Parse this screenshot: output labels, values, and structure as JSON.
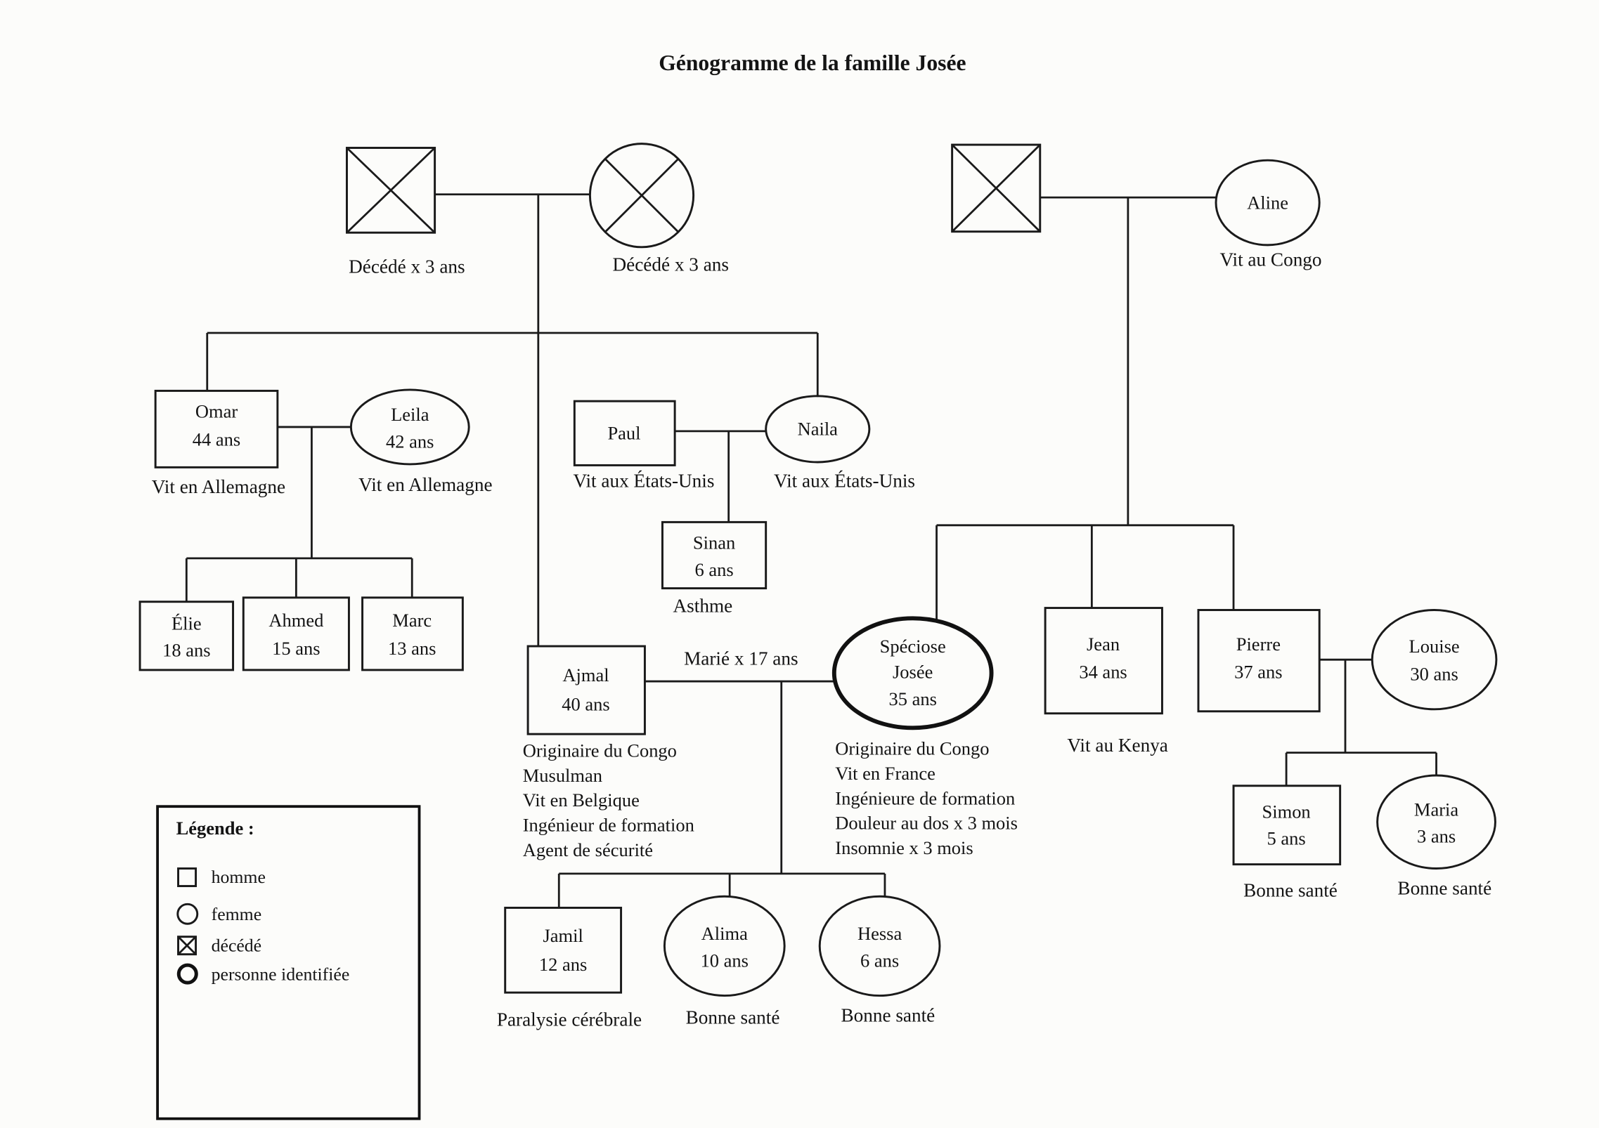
{
  "title": "Génogramme de la famille Josée",
  "colors": {
    "ink": "#1a1a1a",
    "paper": "#fcfcfa"
  },
  "people": {
    "left_grandfather": {
      "status": "Décédé x 3 ans"
    },
    "left_grandmother": {
      "status": "Décédé x 3 ans"
    },
    "right_grandmother": {
      "name": "Aline",
      "status": "Vit au Congo"
    },
    "omar": {
      "name": "Omar",
      "age": "44 ans",
      "status": "Vit en Allemagne"
    },
    "leila": {
      "name": "Leila",
      "age": "42 ans",
      "status": "Vit en Allemagne"
    },
    "paul": {
      "name": "Paul",
      "status": "Vit aux États-Unis"
    },
    "naila": {
      "name": "Naila",
      "status": "Vit aux États-Unis"
    },
    "sinan": {
      "name": "Sinan",
      "age": "6 ans",
      "status": "Asthme"
    },
    "elie": {
      "name": "Élie",
      "age": "18 ans"
    },
    "ahmed": {
      "name": "Ahmed",
      "age": "15 ans"
    },
    "marc": {
      "name": "Marc",
      "age": "13 ans"
    },
    "ajmal": {
      "name": "Ajmal",
      "age": "40 ans",
      "notes": [
        "Originaire du Congo",
        "Musulman",
        "Vit en Belgique",
        "Ingénieur de formation",
        "Agent de sécurité"
      ]
    },
    "speciose": {
      "name_line1": "Spéciose",
      "name_line2": "Josée",
      "age": "35 ans",
      "notes": [
        "Originaire du Congo",
        "Vit en France",
        "Ingénieure de formation",
        "Douleur au dos x 3 mois",
        "Insomnie x 3 mois"
      ]
    },
    "jean": {
      "name": "Jean",
      "age": "34 ans",
      "status": "Vit au Kenya"
    },
    "pierre": {
      "name": "Pierre",
      "age": "37 ans"
    },
    "louise": {
      "name": "Louise",
      "age": "30 ans"
    },
    "simon": {
      "name": "Simon",
      "age": "5 ans",
      "status": "Bonne santé"
    },
    "maria": {
      "name": "Maria",
      "age": "3 ans",
      "status": "Bonne santé"
    },
    "jamil": {
      "name": "Jamil",
      "age": "12 ans",
      "status": "Paralysie cérébrale"
    },
    "alima": {
      "name": "Alima",
      "age": "10 ans",
      "status": "Bonne santé"
    },
    "hessa": {
      "name": "Hessa",
      "age": "6 ans",
      "status": "Bonne santé"
    }
  },
  "marriages": {
    "ajmal_speciose": {
      "label": "Marié x 17 ans"
    }
  },
  "legend": {
    "title": "Légende :",
    "items": [
      {
        "symbol": "square",
        "label": "homme"
      },
      {
        "symbol": "circle",
        "label": "femme"
      },
      {
        "symbol": "crossed-square",
        "label": "décédé"
      },
      {
        "symbol": "bold-circle",
        "label": "personne identifiée"
      }
    ]
  }
}
